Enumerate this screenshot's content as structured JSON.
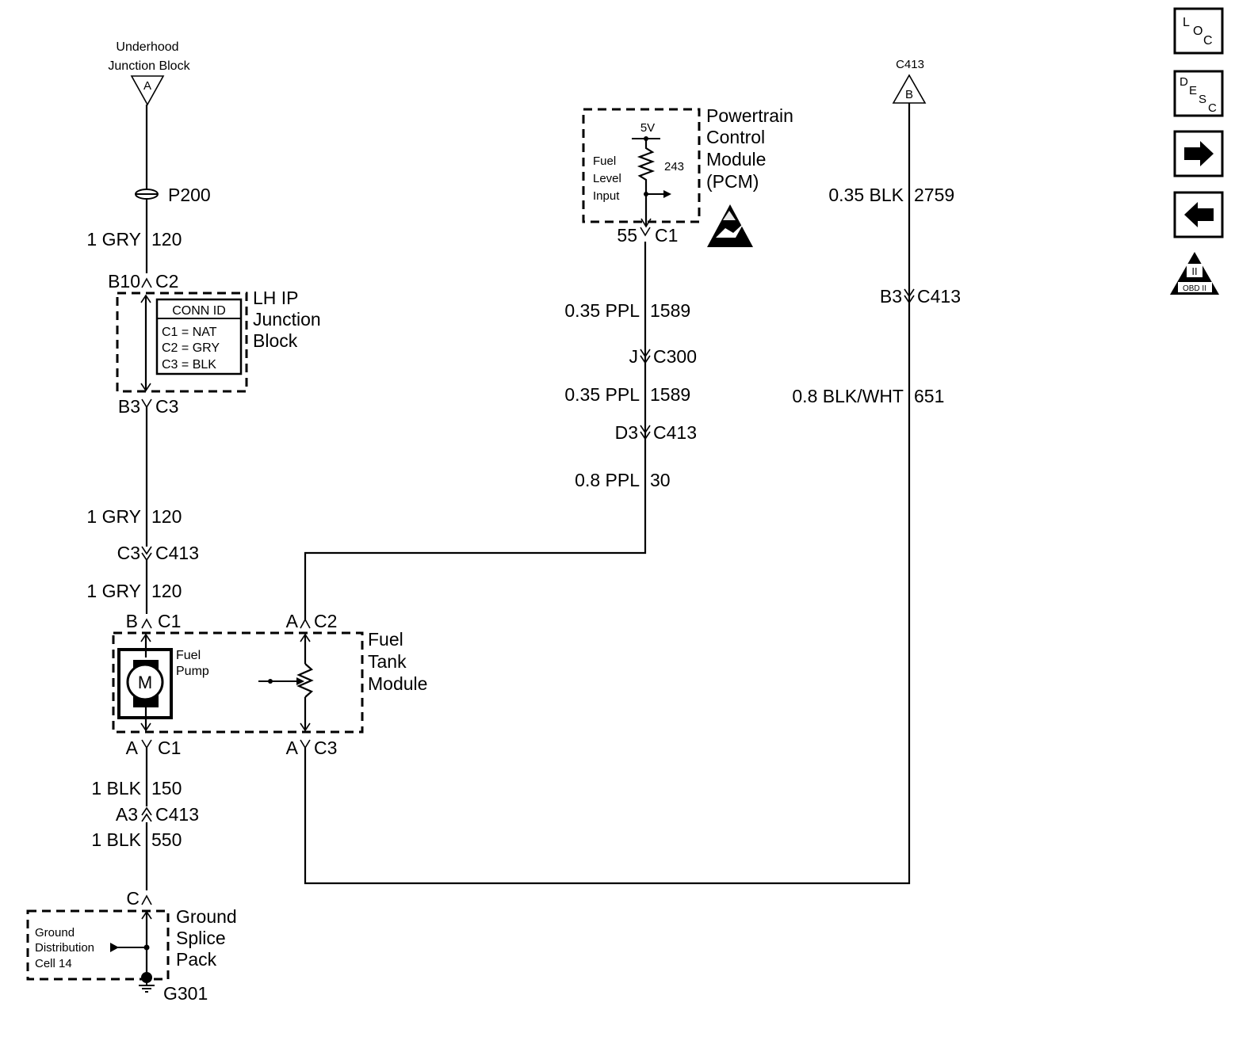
{
  "underhood": {
    "line1": "Underhood",
    "line2": "Junction Block",
    "letter": "A"
  },
  "top_c413": {
    "label": "C413",
    "letter": "B"
  },
  "p200": "P200",
  "wires": {
    "gry120_a": {
      "size_color": "1 GRY",
      "circuit": "120"
    },
    "gry120_b": {
      "size_color": "1 GRY",
      "circuit": "120"
    },
    "gry120_c": {
      "size_color": "1 GRY",
      "circuit": "120"
    },
    "blk150": {
      "size_color": "1 BLK",
      "circuit": "150"
    },
    "blk550": {
      "size_color": "1 BLK",
      "circuit": "550"
    },
    "ppl1589_a": {
      "size_color": "0.35 PPL",
      "circuit": "1589"
    },
    "ppl1589_b": {
      "size_color": "0.35 PPL",
      "circuit": "1589"
    },
    "ppl30": {
      "size_color": "0.8 PPL",
      "circuit": "30"
    },
    "blk2759": {
      "size_color": "0.35 BLK",
      "circuit": "2759"
    },
    "blkwht651": {
      "size_color": "0.8 BLK/WHT",
      "circuit": "651"
    }
  },
  "connectors": {
    "b10_c2": {
      "pin": "B10",
      "conn": "C2"
    },
    "b3_c3": {
      "pin": "B3",
      "conn": "C3"
    },
    "c3_c413": {
      "pin": "C3",
      "conn": "C413"
    },
    "b_c1": {
      "pin": "B",
      "conn": "C1"
    },
    "a_c1": {
      "pin": "A",
      "conn": "C1"
    },
    "a3_c413": {
      "pin": "A3",
      "conn": "C413"
    },
    "c_splice": {
      "pin": "C"
    },
    "a_c2": {
      "pin": "A",
      "conn": "C2"
    },
    "a_c3": {
      "pin": "A",
      "conn": "C3"
    },
    "pin55_c1": {
      "pin": "55",
      "conn": "C1"
    },
    "j_c300": {
      "pin": "J",
      "conn": "C300"
    },
    "d3_c413": {
      "pin": "D3",
      "conn": "C413"
    },
    "b3_c413": {
      "pin": "B3",
      "conn": "C413"
    }
  },
  "lh_ip": {
    "name": [
      "LH IP",
      "Junction",
      "Block"
    ],
    "conn_id_title": "CONN ID",
    "conn_ids": [
      "C1 = NAT",
      "C2 = GRY",
      "C3 = BLK"
    ]
  },
  "pcm": {
    "name": [
      "Powertrain",
      "Control",
      "Module",
      "(PCM)"
    ],
    "voltage": "5V",
    "resistor": "243",
    "input_label": [
      "Fuel",
      "Level",
      "Input"
    ]
  },
  "fuel_tank": {
    "name": [
      "Fuel",
      "Tank",
      "Module"
    ],
    "pump_label": [
      "Fuel",
      "Pump"
    ],
    "motor": "M"
  },
  "ground_splice": {
    "name": [
      "Ground",
      "Splice",
      "Pack"
    ],
    "dist_label": [
      "Ground",
      "Distribution",
      "Cell 14"
    ],
    "ground": "G301"
  },
  "nav": {
    "loc": {
      "l": "L",
      "o": "O",
      "c": "C"
    },
    "desc": {
      "d": "D",
      "e": "E",
      "s": "S",
      "c": "C"
    },
    "obd": {
      "top": "II",
      "bottom": "OBD II"
    }
  }
}
